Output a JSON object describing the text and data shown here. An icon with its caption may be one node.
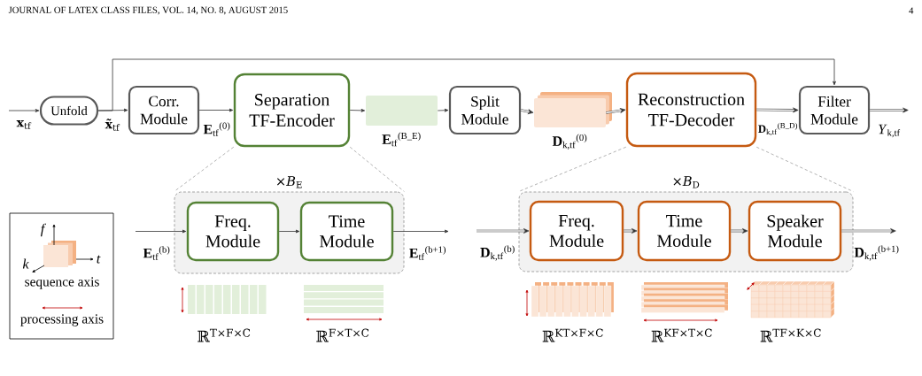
{
  "diagram": {
    "nodes": [
      {
        "text": [
          "Unfold"
        ]
      },
      {
        "text": [
          "Corr. Module"
        ]
      },
      {
        "text": [
          "Separation TF-Encoder"
        ]
      },
      {
        "text": [],
        "shape": "box",
        "beside": [
          "**E**$_{tf}$$^{(B_E)}$"
        ]
      },
      {
        "text": [
          "Split Module"
        ]
      },
      {
        "text": [],
        "shape": "box",
        "beside": [
          "**D**$_{k,tf}$$^{(0)}$"
        ]
      },
      {
        "text": [
          "Reconstruction TF-Decoder"
        ]
      },
      {
        "text": [
          "Filter Module"
        ]
      },
      {
        "text": [
          "×*B*$_{E}$"
        ]
      },
      {
        "text": [
          "Freq. Module"
        ],
        "in": 8
      },
      {
        "text": [
          "Time Module"
        ],
        "in": 8
      },
      {
        "text": [
          "×*B*$_{D}$"
        ]
      },
      {
        "text": [
          "Freq. Module"
        ],
        "in": 11
      },
      {
        "text": [
          "Time Module"
        ],
        "in": 11
      },
      {
        "text": [
          "Speaker Module"
        ],
        "in": 11
      }
    ],
    "edges": [
      {
        "from": null,
        "to": 0,
        "arrow": "to",
        "label": "**x**$_{tf}$"
      },
      {
        "from": 0,
        "to": 1,
        "arrow": "to",
        "label": "**x̃**$_{tf}$"
      },
      {
        "from": 1,
        "to": 2,
        "arrow": "to",
        "label": "**E**$_{tf}$$^{(0)}$"
      },
      {
        "from": 2,
        "to": 3,
        "arrow": "to"
      },
      {
        "from": 3,
        "to": 4,
        "arrow": "to"
      },
      {
        "from": 4,
        "to": 5,
        "arrow": "to",
        "style": "thick"
      },
      {
        "from": 5,
        "to": 6,
        "arrow": "to",
        "style": "thick"
      },
      {
        "from": 6,
        "to": 7,
        "arrow": "to",
        "style": "thick",
        "label": "**D**$_{k,tf}$$^{(B_D)}$"
      },
      {
        "from": 7,
        "to": null,
        "arrow": "to",
        "style": "thick",
        "label": "*Y*$_{k,tf}$"
      },
      {
        "from": 0,
        "to": 7,
        "arrow": "to"
      },
      {
        "from": 2,
        "to": 8,
        "arrow": "none",
        "style": "dashed",
        "color": "#8c8c8c"
      },
      {
        "from": 2,
        "to": 8,
        "arrow": "none",
        "style": "dashed",
        "color": "#8c8c8c"
      },
      {
        "from": 6,
        "to": 11,
        "arrow": "none",
        "style": "dashed",
        "color": "#8c8c8c"
      },
      {
        "from": 6,
        "to": 11,
        "arrow": "none",
        "style": "dashed",
        "color": "#8c8c8c"
      },
      {
        "from": null,
        "to": 9,
        "arrow": "to",
        "label": "**E**$_{tf}$$^{(b)}$"
      },
      {
        "from": 9,
        "to": 10,
        "arrow": "to"
      },
      {
        "from": 10,
        "to": null,
        "arrow": "to",
        "label": "**E**$_{tf}$$^{(b+1)}$"
      },
      {
        "from": null,
        "to": 12,
        "arrow": "to",
        "style": "thick",
        "label": "**D**$_{k,tf}$$^{(b)}$"
      },
      {
        "from": 12,
        "to": 13,
        "arrow": "to",
        "style": "thick"
      },
      {
        "from": 13,
        "to": 14,
        "arrow": "to",
        "style": "thick"
      },
      {
        "from": 14,
        "to": null,
        "arrow": "to",
        "style": "thick",
        "label": "**D**$_{k,tf}$$^{(b+1)}$"
      }
    ],
    "labels": [
      "JOURNAL OF LATEX CLASS FILES, VOL. 14, NO. 8, AUGUST 2015",
      "4",
      "f",
      "t",
      "k",
      "ℝ$^{T×F×C}$",
      "ℝ$^{F×T×C}$",
      "ℝ$^{KT×F×C}$",
      "ℝ$^{KF×T×C}$",
      "ℝ$^{TF×K×C}$"
    ],
    "legend": [
      {
        "text": "sequence axis"
      },
      {
        "text": "processing axis"
      }
    ]
  }
}
